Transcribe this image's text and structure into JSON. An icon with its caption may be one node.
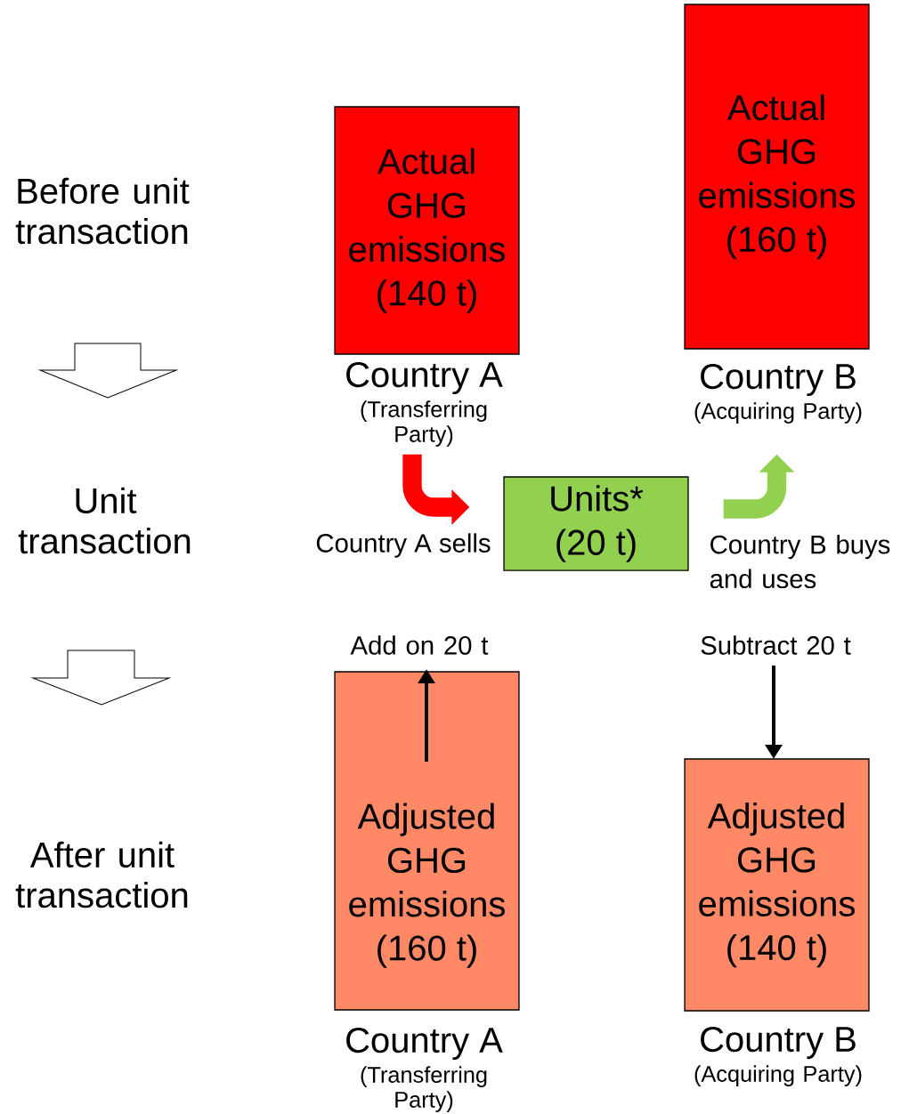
{
  "diagram": {
    "nodes": [
      {
        "text": [
          "Actual GHG emissions (140 t)"
        ],
        "beside": [
          "Country A",
          "(Transferring Party)"
        ]
      },
      {
        "text": [
          "Actual GHG emissions (160 t)"
        ],
        "beside": [
          "Country B",
          "(Acquiring Party)"
        ]
      },
      {
        "text": [
          "Units* (20 t)"
        ]
      },
      {
        "text": [
          "Adjusted GHG emissions (160 t)"
        ],
        "beside": [
          "Country A",
          "(Transferring Party)"
        ]
      },
      {
        "text": [
          "Adjusted GHG emissions (140 t)"
        ],
        "beside": [
          "Country B",
          "(Acquiring Party)"
        ]
      }
    ],
    "edges": [
      {
        "from": 0,
        "to": 2,
        "arrow": "to",
        "label": "Country A sells",
        "color": "#ff0000"
      },
      {
        "from": 2,
        "to": 1,
        "arrow": "to",
        "label": "Country B buys and uses",
        "color": "#92d050"
      }
    ],
    "labels": [
      "Before unit transaction",
      "Unit transaction",
      "Add on 20 t",
      "Subtract 20 t",
      "After unit transaction"
    ]
  }
}
